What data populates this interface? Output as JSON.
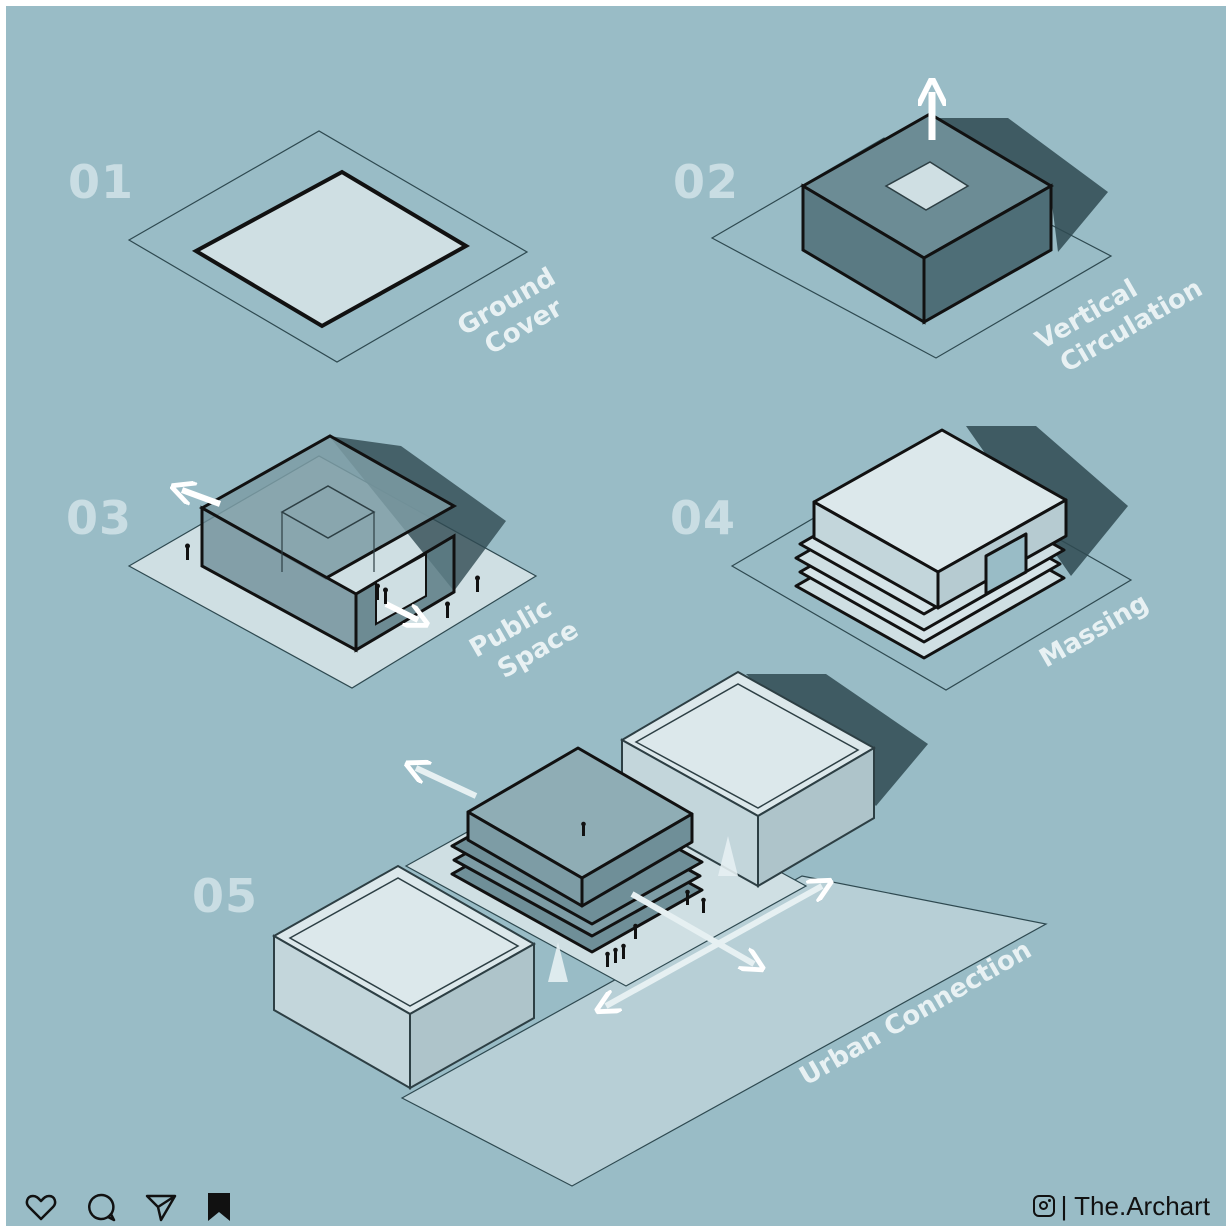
{
  "steps": [
    {
      "number": "01",
      "label_lines": [
        "Ground",
        "Cover"
      ]
    },
    {
      "number": "02",
      "label_lines": [
        "Vertical",
        "Circulation"
      ]
    },
    {
      "number": "03",
      "label_lines": [
        "Public",
        "Space"
      ]
    },
    {
      "number": "04",
      "label_lines": [
        "Massing"
      ]
    },
    {
      "number": "05",
      "label_lines": [
        "Urban Connection"
      ]
    }
  ],
  "footer": {
    "icons": [
      "heart-icon",
      "comment-icon",
      "share-icon",
      "bookmark-icon"
    ],
    "credit_text": "| The.Archart",
    "credit_icon": "instagram-icon"
  },
  "colors": {
    "background": "#99bcc6",
    "plate_light": "#cfdfe3",
    "block_dark": "#5f7f88",
    "outline": "#111111",
    "label": "#e8f1f3"
  }
}
